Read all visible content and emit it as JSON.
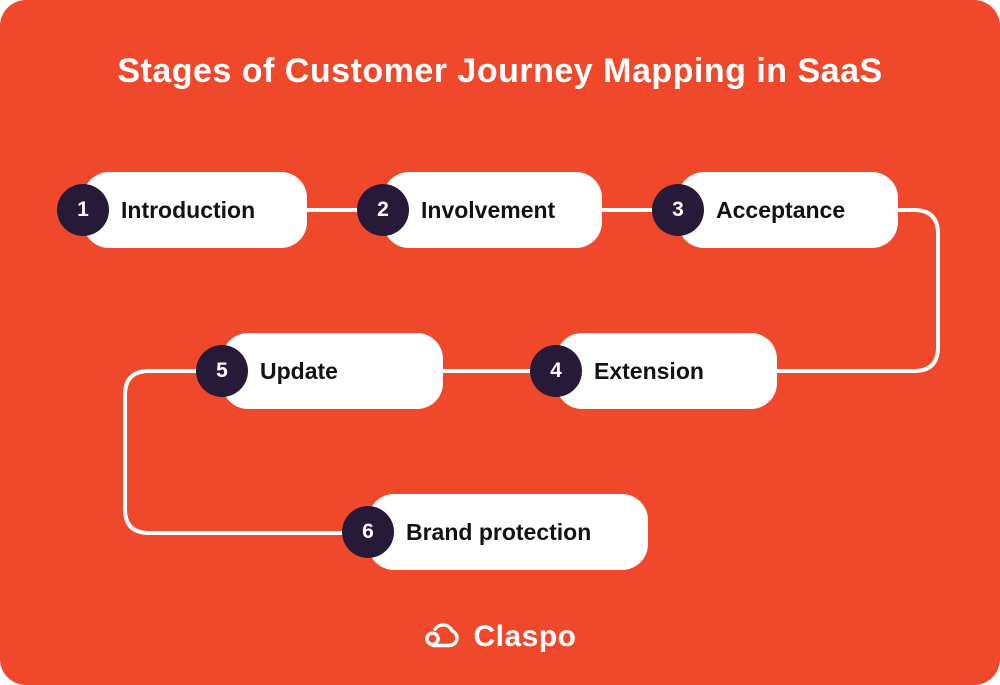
{
  "title": "Stages of Customer Journey Mapping in SaaS",
  "stages": [
    {
      "number": "1",
      "label": "Introduction"
    },
    {
      "number": "2",
      "label": "Involvement"
    },
    {
      "number": "3",
      "label": "Acceptance"
    },
    {
      "number": "4",
      "label": "Extension"
    },
    {
      "number": "5",
      "label": "Update"
    },
    {
      "number": "6",
      "label": "Brand protection"
    }
  ],
  "logo": {
    "text": "Claspo",
    "icon": "claspo-cloud-icon"
  },
  "colors": {
    "background": "#F0482B",
    "pill": "#FFFFFF",
    "circle": "#271A38",
    "text": "#131313",
    "title": "#FFFFFF",
    "connector": "#FFFFFF"
  }
}
